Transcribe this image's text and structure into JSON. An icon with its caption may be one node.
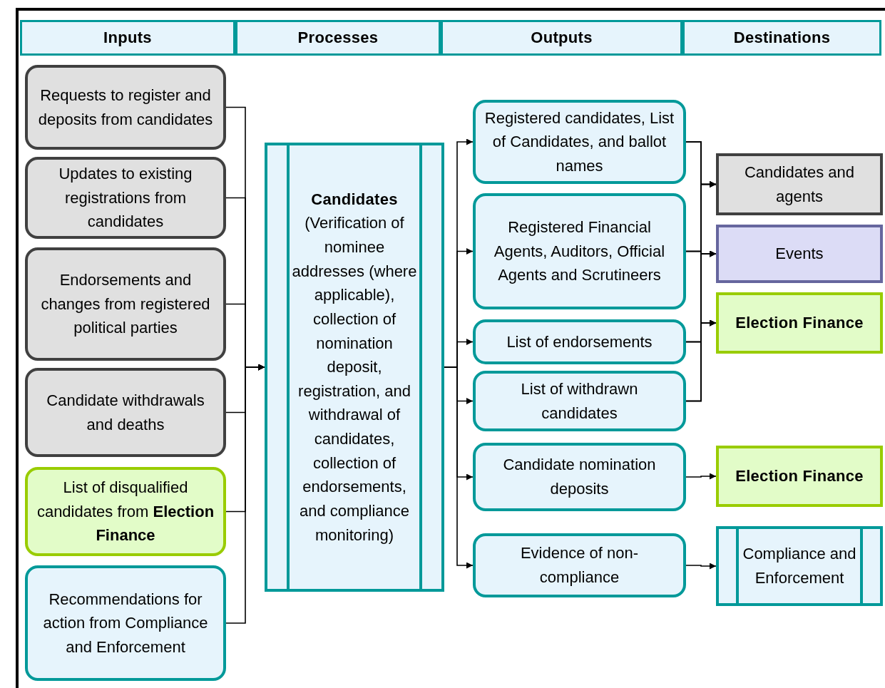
{
  "diagram": {
    "nodes": [
      {
        "text": [
          "Inputs"
        ]
      },
      {
        "text": [
          "Processes"
        ]
      },
      {
        "text": [
          "Outputs"
        ]
      },
      {
        "text": [
          "Destinations"
        ]
      },
      {
        "text": [
          "Requests to register and deposits from candidates"
        ]
      },
      {
        "text": [
          "Updates to existing registrations from candidates"
        ]
      },
      {
        "text": [
          "Endorsements and changes from registered political parties"
        ]
      },
      {
        "text": [
          "Candidate withdrawals and deaths"
        ]
      },
      {
        "text": [
          "List of disqualified candidates from **Election Finance**"
        ]
      },
      {
        "text": [
          "Recommendations for action from Compliance and Enforcement"
        ]
      },
      {
        "text": [
          "Candidates",
          "(Verification of nominee addresses (where applicable), collection of nomination deposit, registration, and withdrawal of candidates, collection of endorsements, and compliance monitoring)"
        ]
      },
      {
        "text": [
          "Registered candidates, List of Candidates, and ballot names"
        ]
      },
      {
        "text": [
          "Registered Financial Agents, Auditors, Official Agents and Scrutineers"
        ]
      },
      {
        "text": [
          "List of endorsements"
        ]
      },
      {
        "text": [
          "List of withdrawn candidates"
        ]
      },
      {
        "text": [
          "Candidate nomination deposits"
        ]
      },
      {
        "text": [
          "Evidence of non-compliance"
        ]
      },
      {
        "text": [
          "Candidates and agents"
        ]
      },
      {
        "text": [
          "Events"
        ]
      },
      {
        "text": [
          "Election Finance"
        ]
      },
      {
        "text": [
          "Election Finance"
        ]
      },
      {
        "text": [
          "Compliance and Enforcement"
        ]
      }
    ],
    "edges": [
      {
        "from": 4,
        "to": 10,
        "arrow": "to"
      },
      {
        "from": 5,
        "to": 10,
        "arrow": "to"
      },
      {
        "from": 6,
        "to": 10,
        "arrow": "to"
      },
      {
        "from": 7,
        "to": 10,
        "arrow": "to"
      },
      {
        "from": 8,
        "to": 10,
        "arrow": "to"
      },
      {
        "from": 9,
        "to": 10,
        "arrow": "to"
      },
      {
        "from": 10,
        "to": 11,
        "arrow": "to"
      },
      {
        "from": 10,
        "to": 12,
        "arrow": "to"
      },
      {
        "from": 10,
        "to": 13,
        "arrow": "to"
      },
      {
        "from": 10,
        "to": 14,
        "arrow": "to"
      },
      {
        "from": 10,
        "to": 15,
        "arrow": "to"
      },
      {
        "from": 10,
        "to": 16,
        "arrow": "to"
      },
      {
        "from": 11,
        "to": 17,
        "arrow": "to"
      },
      {
        "from": 11,
        "to": 18,
        "arrow": "to"
      },
      {
        "from": 11,
        "to": 19,
        "arrow": "to"
      },
      {
        "from": 12,
        "to": 17,
        "arrow": "to"
      },
      {
        "from": 12,
        "to": 18,
        "arrow": "to"
      },
      {
        "from": 12,
        "to": 19,
        "arrow": "to"
      },
      {
        "from": 13,
        "to": 17,
        "arrow": "to"
      },
      {
        "from": 13,
        "to": 18,
        "arrow": "to"
      },
      {
        "from": 13,
        "to": 19,
        "arrow": "to"
      },
      {
        "from": 14,
        "to": 17,
        "arrow": "to"
      },
      {
        "from": 14,
        "to": 18,
        "arrow": "to"
      },
      {
        "from": 14,
        "to": 19,
        "arrow": "to"
      },
      {
        "from": 15,
        "to": 20,
        "arrow": "to"
      },
      {
        "from": 16,
        "to": 21,
        "arrow": "to"
      }
    ]
  }
}
